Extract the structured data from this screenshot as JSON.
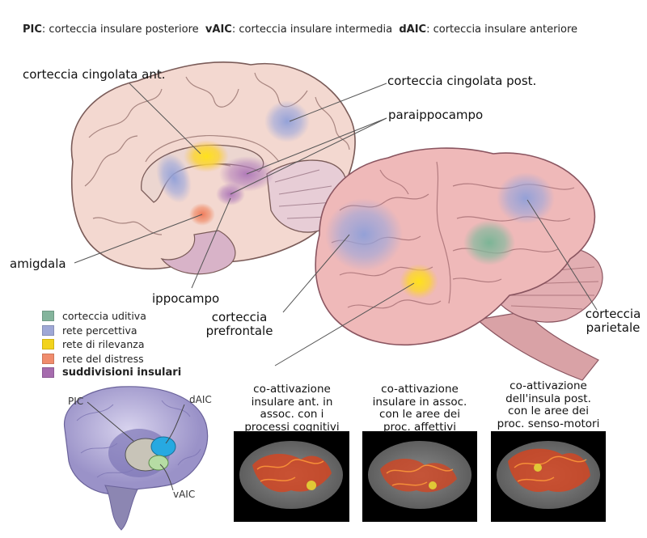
{
  "header": {
    "pic_abbr": "PIC",
    "pic_desc": ": corteccia insulare posteriore",
    "vaic_abbr": "vAIC",
    "vaic_desc": ": corteccia insulare intermedia",
    "daic_abbr": "dAIC",
    "daic_desc": ": corteccia insulare anteriore"
  },
  "labels": {
    "cingolata_ant": "corteccia cingolata ant.",
    "cingolata_post": "corteccia cingolata post.",
    "paraippocampo": "paraippocampo",
    "amigdala": "amigdala",
    "ippocampo": "ippocampo",
    "prefrontale_1": "corteccia",
    "prefrontale_2": "prefrontale",
    "parietale_1": "corteccia",
    "parietale_2": "parietale"
  },
  "legend": [
    {
      "label": "corteccia uditiva",
      "color": "#84b49c"
    },
    {
      "label": "rete percettiva",
      "color": "#9fa8d6"
    },
    {
      "label": "rete di rilevanza",
      "color": "#f2d31c"
    },
    {
      "label": "rete del distress",
      "color": "#f08c6c"
    },
    {
      "label": "suddivisioni insulari",
      "color": "#a66cae"
    }
  ],
  "insula": {
    "pic": "PIC",
    "daic": "dAIC",
    "vaic": "vAIC"
  },
  "captions": [
    {
      "l1": "co-attivazione",
      "l2": "insulare ant. in",
      "l3": "assoc. con i",
      "l4": "processi cognitivi"
    },
    {
      "l1": "co-attivazione",
      "l2": "insulare in assoc.",
      "l3": "con le aree dei",
      "l4": "proc. affettivi"
    },
    {
      "l1": "co-attivazione",
      "l2": "dell'insula post.",
      "l3": "con le aree dei",
      "l4": "proc. senso-motori"
    }
  ]
}
